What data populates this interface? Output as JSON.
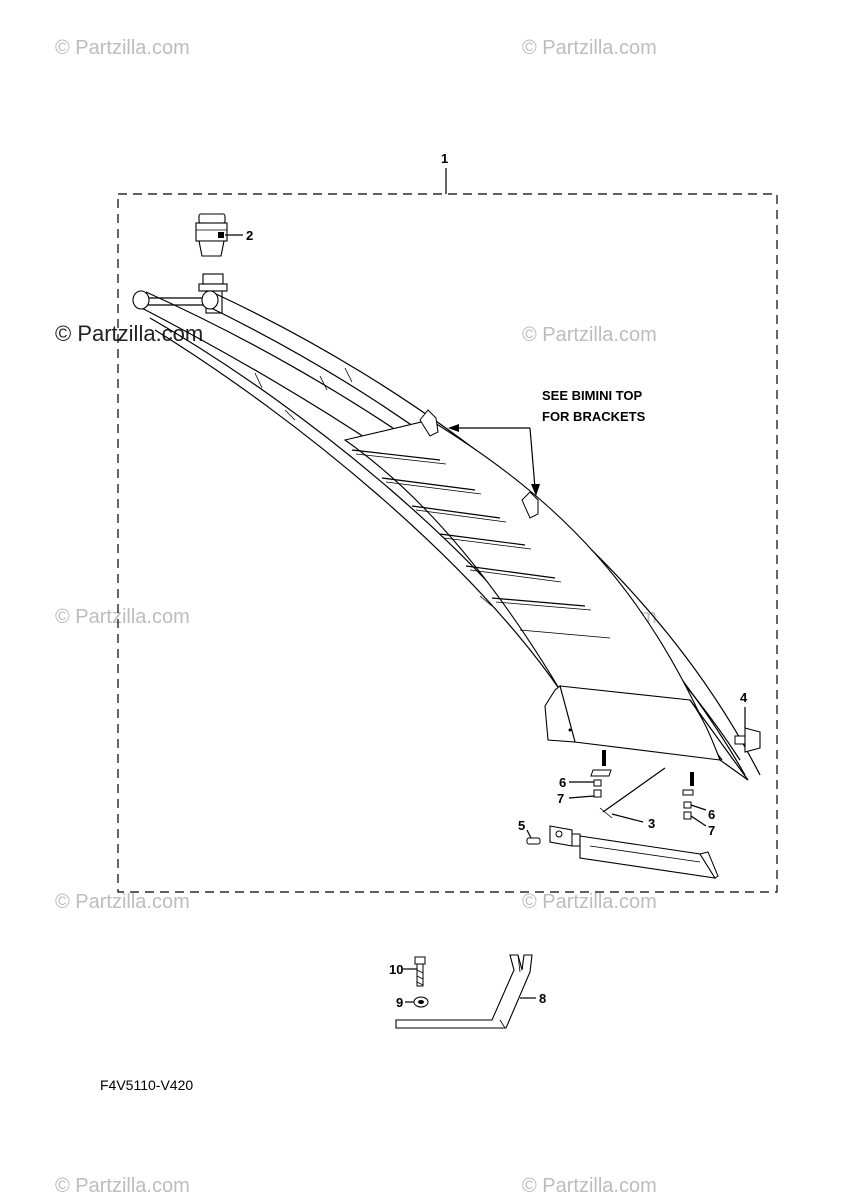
{
  "watermark": "© Partzilla.com",
  "diagram_code": "F4V5110-V420",
  "note": [
    "SEE BIMINI TOP",
    "FOR BRACKETS"
  ],
  "callouts": {
    "c1": "1",
    "c2": "2",
    "c3": "3",
    "c4": "4",
    "c5": "5",
    "c6a": "6",
    "c6b": "6",
    "c7a": "7",
    "c7b": "7",
    "c8": "8",
    "c9": "9",
    "c10": "10"
  }
}
